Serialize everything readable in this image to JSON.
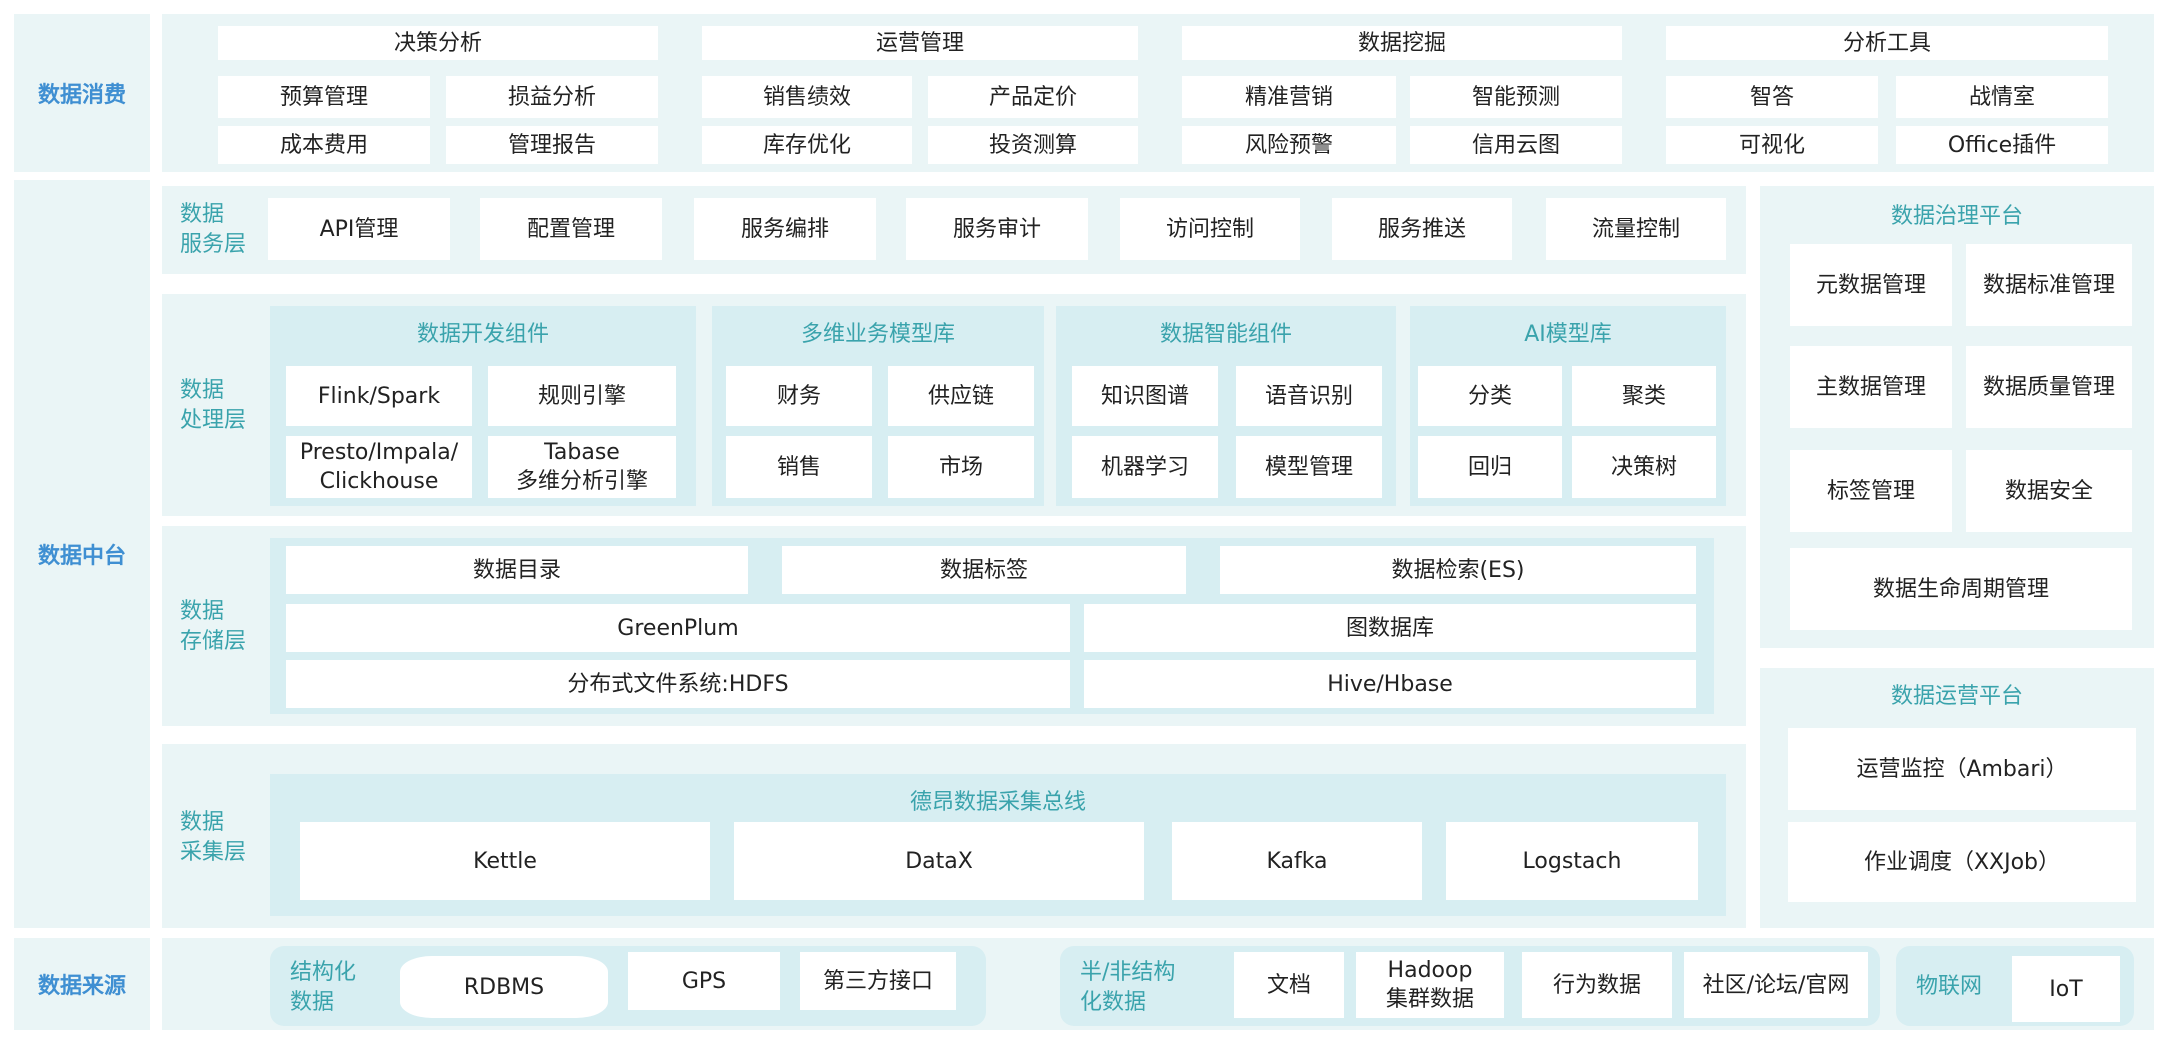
{
  "layers": {
    "consumption": "数据消费",
    "middle": "数据中台",
    "source": "数据来源"
  },
  "consumption": {
    "groups": [
      {
        "title": "决策分析",
        "items": [
          "预算管理",
          "损益分析",
          "成本费用",
          "管理报告"
        ]
      },
      {
        "title": "运营管理",
        "items": [
          "销售绩效",
          "产品定价",
          "库存优化",
          "投资测算"
        ]
      },
      {
        "title": "数据挖掘",
        "items": [
          "精准营销",
          "智能预测",
          "风险预警",
          "信用云图"
        ]
      },
      {
        "title": "分析工具",
        "items": [
          "智答",
          "战情室",
          "可视化",
          "Office插件"
        ]
      }
    ]
  },
  "service": {
    "label": "数据\n服务层",
    "items": [
      "API管理",
      "配置管理",
      "服务编排",
      "服务审计",
      "访问控制",
      "服务推送",
      "流量控制"
    ]
  },
  "processing": {
    "label": "数据\n处理层",
    "groups": [
      {
        "title": "数据开发组件",
        "items": [
          "Flink/Spark",
          "规则引擎",
          "Presto/Impala/\nClickhouse",
          "Tabase\n多维分析引擎"
        ]
      },
      {
        "title": "多维业务模型库",
        "items": [
          "财务",
          "供应链",
          "销售",
          "市场"
        ]
      },
      {
        "title": "数据智能组件",
        "items": [
          "知识图谱",
          "语音识别",
          "机器学习",
          "模型管理"
        ]
      },
      {
        "title": "AI模型库",
        "items": [
          "分类",
          "聚类",
          "回归",
          "决策树"
        ]
      }
    ]
  },
  "storage": {
    "label": "数据\n存储层",
    "row1": [
      "数据目录",
      "数据标签",
      "数据检索(ES)"
    ],
    "row2": [
      "GreenPlum",
      "图数据库"
    ],
    "row3": [
      "分布式文件系统:HDFS",
      "Hive/Hbase"
    ]
  },
  "collection": {
    "label": "数据\n采集层",
    "bus": "德昂数据采集总线",
    "items": [
      "Kettle",
      "DataX",
      "Kafka",
      "Logstach"
    ]
  },
  "governance": {
    "title": "数据治理平台",
    "items": [
      "元数据管理",
      "数据标准管理",
      "主数据管理",
      "数据质量管理",
      "标签管理",
      "数据安全",
      "数据生命周期管理"
    ]
  },
  "operation": {
    "title": "数据运营平台",
    "items": [
      "运营监控（Ambari）",
      "作业调度（XXJob）"
    ]
  },
  "sources": {
    "structured": {
      "label": "结构化\n数据",
      "items": [
        "RDBMS",
        "GPS",
        "第三方接口"
      ]
    },
    "semi": {
      "label": "半/非结构\n化数据",
      "items": [
        "文档",
        "Hadoop\n集群数据",
        "行为数据",
        "社区/论坛/官网"
      ]
    },
    "iot": {
      "label": "物联网",
      "items": [
        "IoT"
      ]
    }
  },
  "colors": {
    "band": "#eaf5f6",
    "sub": "#d7eef2",
    "accent": "#3aa3ac",
    "layer_label": "#3f8fd2"
  }
}
